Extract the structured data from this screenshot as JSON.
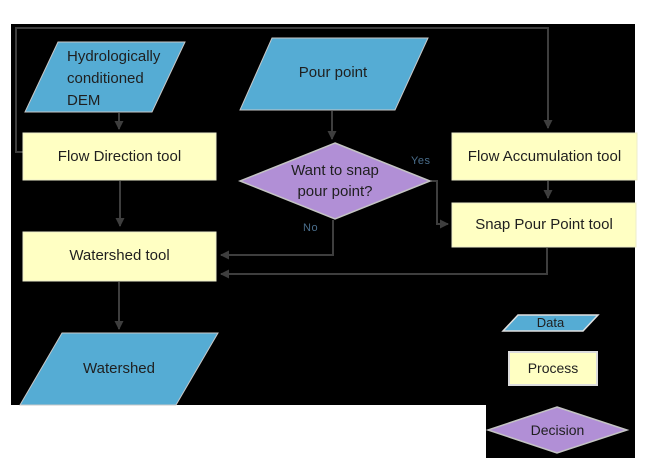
{
  "colors": {
    "canvas_bg": "#000000",
    "data_fill": "#55ACD4",
    "process_fill": "#FFFFC3",
    "decision_fill": "#B18FD6",
    "connector": "#3E3E3E",
    "shape_text": "#1F1F1F",
    "edge_label_text": "#4A6E8C"
  },
  "nodes": {
    "dem": {
      "line1": "Hydrologically",
      "line2": "conditioned",
      "line3": "DEM"
    },
    "pour_point": {
      "label": "Pour point"
    },
    "flow_direction": {
      "label": "Flow Direction tool"
    },
    "flow_accumulation": {
      "label": "Flow Accumulation tool"
    },
    "snap_pour_point": {
      "label": "Snap Pour Point tool"
    },
    "watershed_tool": {
      "label": "Watershed tool"
    },
    "watershed": {
      "label": "Watershed"
    },
    "decision": {
      "line1": "Want to snap",
      "line2": "pour point?"
    }
  },
  "edge_labels": {
    "yes": "Yes",
    "no": "No"
  },
  "edges": [
    {
      "from": "Hydrologically conditioned DEM",
      "to": "Flow Direction tool",
      "label": ""
    },
    {
      "from": "Pour point",
      "to": "Want to snap pour point?",
      "label": ""
    },
    {
      "from": "Flow Direction tool",
      "to": "Flow Accumulation tool",
      "label": ""
    },
    {
      "from": "Flow Direction tool",
      "to": "Watershed tool",
      "label": ""
    },
    {
      "from": "Flow Accumulation tool",
      "to": "Snap Pour Point tool",
      "label": ""
    },
    {
      "from": "Want to snap pour point?",
      "to": "Snap Pour Point tool",
      "label": "Yes"
    },
    {
      "from": "Want to snap pour point?",
      "to": "Watershed tool",
      "label": "No"
    },
    {
      "from": "Snap Pour Point tool",
      "to": "Watershed tool",
      "label": ""
    },
    {
      "from": "Watershed tool",
      "to": "Watershed",
      "label": ""
    }
  ],
  "legend": {
    "data_label": "Data",
    "process_label": "Process",
    "decision_label": "Decision"
  }
}
